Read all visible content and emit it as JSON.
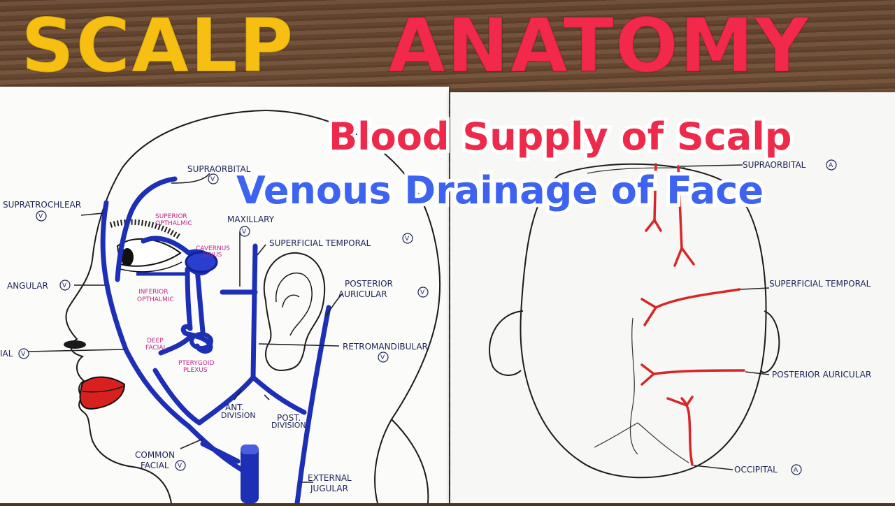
{
  "colors": {
    "title_yellow": "#f6bf12",
    "title_red": "#f2294b",
    "sub_red": "#ee2a4a",
    "sub_blue": "#3d63f0",
    "vein_blue": "#1d2fb4",
    "artery_red": "#d6262a",
    "label_ink": "#1c2356",
    "pink_ink": "#c0268a"
  },
  "title": {
    "word1": "SCALP",
    "word2": "ANATOMY"
  },
  "subtitles": {
    "line1": "Blood Supply of Scalp",
    "line2": "Venous Drainage of Face"
  },
  "face_labels": {
    "supraorbital": "SUPRAORBITAL",
    "supratrochlear": "SUPRATROCHLEAR",
    "superior_ophthalmic_1": "SUPERIOR",
    "superior_ophthalmic_2": "OPTHALMIC",
    "cavernous_1": "CAVERNUS",
    "cavernous_2": "SINUS",
    "maxillary": "MAXILLARY",
    "superficial_temporal": "SUPERFICIAL TEMPORAL",
    "angular": "ANGULAR",
    "inferior_ophthalmic_1": "INFERIOR",
    "inferior_ophthalmic_2": "OPTHALMIC",
    "posterior_auricular_1": "POSTERIOR",
    "posterior_auricular_2": "AURICULAR",
    "deep_facial_1": "DEEP",
    "deep_facial_2": "FACIAL",
    "pterygoid_1": "PTERYGOID",
    "pterygoid_2": "PLEXUS",
    "retromandibular": "RETROMANDIBULAR",
    "facial": "IAL",
    "ant_division_1": "ANT.",
    "ant_division_2": "DIVISION",
    "post_division_1": "POST.",
    "post_division_2": "DIVISION",
    "common_facial_1": "COMMON",
    "common_facial_2": "FACIAL",
    "external_jugular_1": "EXTERNAL",
    "external_jugular_2": "JUGULAR",
    "vein_mark": "V"
  },
  "scalp_labels": {
    "supraorbital_cut": "S",
    "supraorbital": "SUPRAORBITAL",
    "superficial_temporal": "SUPERFICIAL TEMPORAL",
    "posterior_auricular": "POSTERIOR  AURICULAR",
    "occipital": "OCCIPITAL",
    "artery_mark": "A"
  }
}
